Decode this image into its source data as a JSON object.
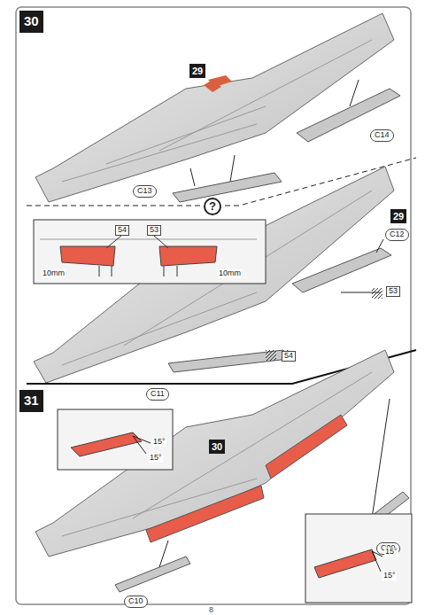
{
  "diagram": {
    "labels": [
      "30",
      "29",
      "C14",
      "C13",
      "?",
      "54",
      "53",
      "10mm",
      "10mm",
      "29",
      "C12",
      "53",
      "54",
      "C11",
      "31",
      "15°",
      "15°",
      "30",
      "C09",
      "C10",
      "15°",
      "15°",
      "8"
    ]
  }
}
